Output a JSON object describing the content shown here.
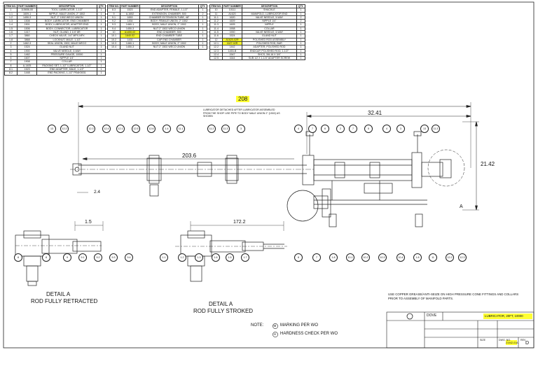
{
  "bom_headers": {
    "item": "ITEM NO.",
    "part": "PART NUMBER",
    "desc": "DESCRIPTION",
    "qty": "QTY."
  },
  "bom_table_1": [
    [
      "1",
      "115656-00",
      "TOOL LUBRICATOR, 1-1/2\"",
      "1"
    ],
    [
      "1.1",
      "1609-1",
      "NIPPLE, MALE UNION, 2\" 1502",
      "1"
    ],
    [
      "1.2",
      "1450-3",
      "NUT, 2\" 1502 WECO UNION",
      "1"
    ],
    [
      "1.3",
      "1508",
      "BODY, LUBRICATOR, END CHAMBER",
      "1"
    ],
    [
      "1.4",
      "1501",
      "BODY, LUBRICATOR, ADAPTER END",
      "1"
    ],
    [
      "1.5",
      "1506",
      "BODY, CONNECTOR, LUBRICATOR",
      "1"
    ],
    [
      "1.6",
      "1417",
      "NUT, GLAND, 1 1/4\" 8R",
      "2"
    ],
    [
      "1.7",
      "3860",
      "CHECK VALVE, 1/4\" MPX-NPX",
      "1"
    ],
    [
      "1.8",
      "3868",
      "LOCKNUT, MALE, 1-1/2\"",
      "1"
    ],
    [
      "2",
      "1462-3",
      "SEAL UNION, 1502, MALE WECO",
      "1"
    ],
    [
      "3",
      "1524",
      "GLAND NUT",
      "1"
    ],
    [
      "4",
      "1900",
      "VALVE NEEDLE, 3-WAY",
      "1"
    ],
    [
      "5",
      "1462",
      "PRESSURE GAUGE, 10000",
      "1"
    ],
    [
      "6",
      "1607",
      "NIPPLE 1/4\"",
      "1"
    ],
    [
      "7",
      "1908",
      "COLLAR",
      "1"
    ],
    [
      "8",
      "A-1405",
      "PACKING SET, 1-1/2\" LUBRICATOR, 1-1/2\"",
      "1"
    ],
    [
      "8.1",
      "1523",
      "END ADAPTER, MALE, 1-1/2\"",
      "1"
    ],
    [
      "8.2",
      "1448",
      "END PACKING, 1-1/2\" PEAK5031",
      "1"
    ]
  ],
  "bom_table_2": [
    [
      "8.3",
      "1523",
      "END ADAPTER, FEMALE, 1-1/2\"",
      "1",
      false
    ],
    [
      "9",
      "A-1652",
      "EXTENSION, CHAMBER, 500",
      "2",
      false
    ],
    [
      "9.1",
      "1653",
      "CHAMBER EXTENSION TUBE, 48\"",
      "1",
      false
    ],
    [
      "9.2",
      "1454",
      "BODY, FEMALE UNION, 2\" 1502",
      "1",
      false
    ],
    [
      "9.3",
      "1460-1",
      "BODY, MALE UNION, 2\" 1502",
      "1",
      false
    ],
    [
      "9.4",
      "1450-3",
      "NUT 2\" 1502 WECO UNION",
      "1",
      false
    ],
    [
      "10",
      "A1450-02",
      "END CHAMBER, 500",
      "1",
      true
    ],
    [
      "10.1",
      "1640-02",
      "END CHAMBER TUBE",
      "1",
      true
    ],
    [
      "10.2",
      "1430",
      "CAP END CHAMBER",
      "1",
      false
    ],
    [
      "10.3",
      "1460-1",
      "BODY, MALE UNION, 2\" 1502",
      "1",
      false
    ],
    [
      "10.4",
      "1450-3",
      "NUT 2\" 1502 WECO UNION",
      "1",
      false
    ]
  ],
  "bom_table_3": [
    [
      "10",
      "10111",
      "SHACKLE",
      "1",
      false
    ],
    [
      "11",
      "A1620",
      "MANIFOLD, LUBRICATOR END",
      "1",
      false
    ],
    [
      "11.1",
      "1620",
      "VALVE NEEDLE, 3-WAY",
      "2",
      false
    ],
    [
      "11.2",
      "1609",
      "NIPPLE 1/4\"",
      "2",
      false
    ],
    [
      "11.3",
      "1605",
      "NIPPLE",
      "1",
      false
    ],
    [
      "11.4",
      "1908",
      "COLLAR",
      "1",
      false
    ],
    [
      "11.5",
      "1900",
      "VALVE NEEDLE, 3-WAY",
      "1",
      false
    ],
    [
      "11.6",
      "1524",
      "GLAND NUT",
      "1",
      false
    ],
    [
      "12",
      "A1620-02R",
      "POLISHED ROD ASSEMBLY",
      "1",
      true
    ],
    [
      "12.1",
      "1627-02R",
      "POLISHED ROD, BAR",
      "1",
      true
    ],
    [
      "12.2",
      "1442",
      "ADAPTER, POLISHED ROD",
      "1",
      false
    ],
    [
      "12.3",
      "1453-B",
      "ENDCAP, POLISHED ROD, 1-1/2\"",
      "1",
      false
    ],
    [
      "12.4",
      "1547",
      "SHCS, 3/8-16 X 3/4\"",
      "1",
      false
    ],
    [
      "12.5",
      "1644",
      "SUB 1/2 X 1-1/4\" ADAPTER SCREW",
      "1",
      false
    ]
  ],
  "dimensions": {
    "top_length": "208",
    "right_length": "32.41",
    "mid_length": "203.6",
    "height": "21.42",
    "small_offset": "2.4",
    "detail_a_offset": "1.5",
    "detail_a_stroke": "172.2"
  },
  "callouts_top": [
    "13",
    "12.2",
    "12.3",
    "12.4",
    "12.1",
    "12.5",
    "12.6",
    "1.4",
    "11.1",
    "11.2",
    "11.3",
    "3",
    "4",
    "7",
    "6",
    "2",
    "7",
    "5",
    "4",
    "3",
    "13",
    "11.3"
  ],
  "callouts_bottom": [
    "8",
    "8",
    "9",
    "9.1",
    "9.2",
    "9.3",
    "9.4",
    "1.1",
    "1.2",
    "1.3",
    "1.6",
    "1.5",
    "1.7",
    "8",
    "7",
    "1.8",
    "10.1",
    "10.2",
    "10.3",
    "10.4",
    "1.8",
    "11",
    "12.2",
    "12.3"
  ],
  "detail_marker": "A",
  "annotation": "LUBRICATOR DETACHED AFTER LUBRICATOR ASSEMBLED FROM THE SHOP. USE PIPE TO BODY MALE UNION 2\" (1502) AS SHOWN",
  "detail_labels": {
    "retracted": [
      "DETAIL A",
      "ROD FULLY RETRACTED"
    ],
    "stroked": [
      "DETAIL A",
      "ROD FULLY STROKED"
    ]
  },
  "notes": {
    "prefix": "NOTE:",
    "m_symbol": "M",
    "m_text": "MARKING PER WO",
    "h_symbol": "H",
    "h_text": "HARDNESS CHECK PER WO"
  },
  "general_note": "USE COPPER GREASE/ANTI-SEIZE ON HIGH PRESSURE CONE FITTINGS AND COLLARS PRIOR TO ASSEMBLY OF MANIFOLD PARTS.",
  "title_block": {
    "company": "DOVE",
    "title_highlight": "LUBRICATOR, 20FT, 10000",
    "drawing_no": "21042-01A",
    "rev": "D",
    "rev_label": "REV",
    "size_label": "SIZE",
    "dwg_label": "DWG. NO."
  },
  "colors": {
    "line": "#222222",
    "highlight": "#ffff33",
    "paper": "#ffffff"
  }
}
